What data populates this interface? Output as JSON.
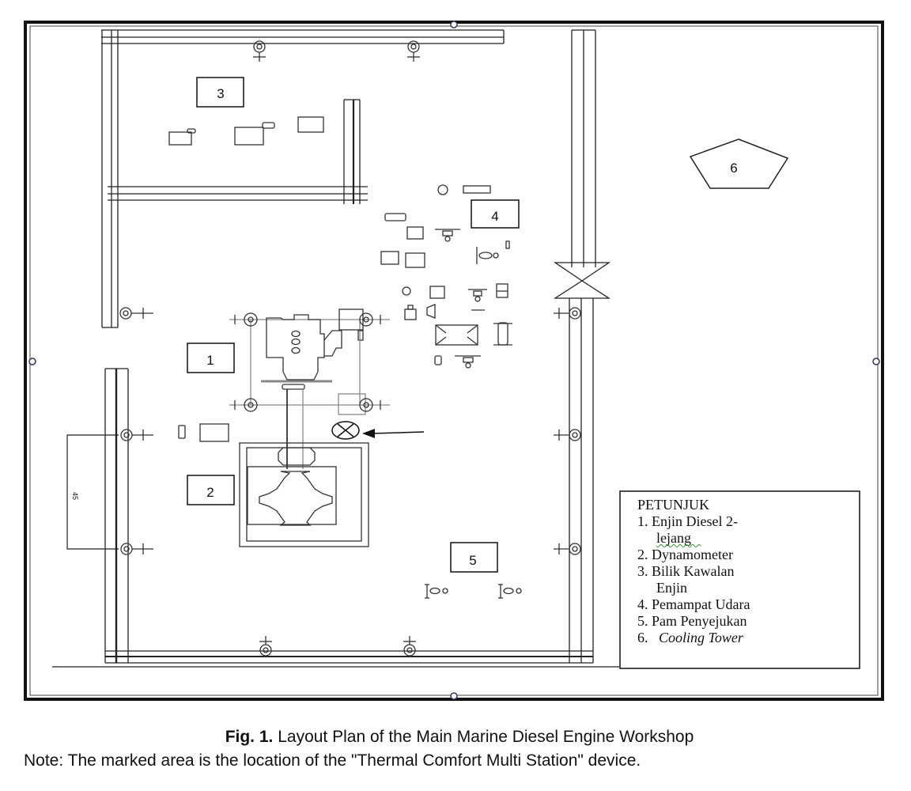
{
  "figure": {
    "caption_label": "Fig. 1.",
    "caption_text": "Layout Plan of the Main Marine Diesel Engine Workshop",
    "note": "Note: The marked area is the location of the \"Thermal Comfort Multi Station\" device."
  },
  "zones": [
    {
      "id": "1",
      "label": "1"
    },
    {
      "id": "2",
      "label": "2"
    },
    {
      "id": "3",
      "label": "3"
    },
    {
      "id": "4",
      "label": "4"
    },
    {
      "id": "5",
      "label": "5"
    },
    {
      "id": "6",
      "label": "6"
    }
  ],
  "dimension_label": "45",
  "legend": {
    "title": "PETUNJUK",
    "lines": [
      "1. Enjin Diesel 2-",
      "lejang",
      "2. Dynamometer",
      "3. Bilik Kawalan",
      "Enjin",
      "4. Pemampat Udara",
      "5. Pam Penyejukan",
      "6."
    ],
    "item6_italic": "Cooling Tower"
  }
}
